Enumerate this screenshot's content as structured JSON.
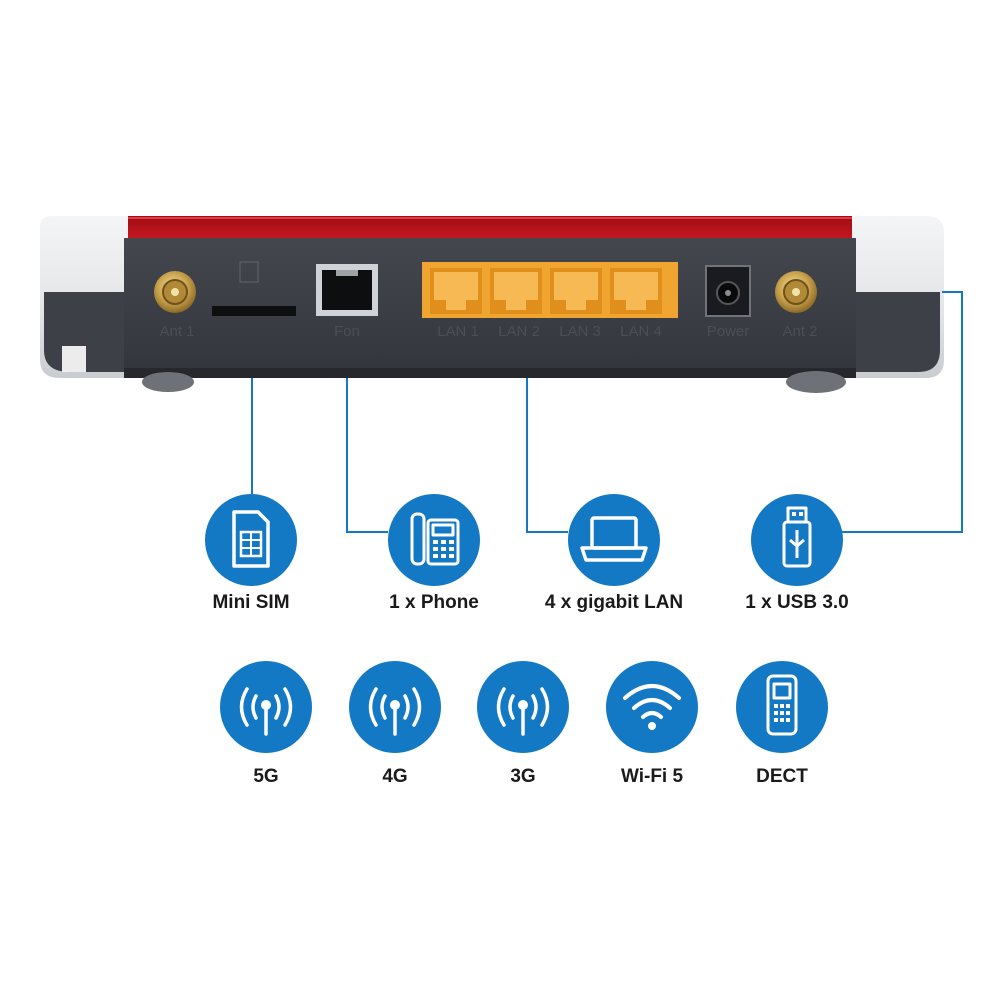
{
  "router": {
    "port_labels": {
      "ant1": "Ant 1",
      "fon": "Fon",
      "lan1": "LAN 1",
      "lan2": "LAN 2",
      "lan3": "LAN 3",
      "lan4": "LAN 4",
      "power": "Power",
      "ant2": "Ant 2"
    }
  },
  "features_top": {
    "sim": "Mini SIM",
    "phone": "1 x Phone",
    "lan": "4 x gigabit LAN",
    "usb": "1 x USB 3.0"
  },
  "features_bottom": {
    "g5": "5G",
    "g4": "4G",
    "g3": "3G",
    "wifi": "Wi-Fi 5",
    "dect": "DECT"
  },
  "colors": {
    "accent_blue": "#1479c4",
    "router_red": "#c0121b",
    "router_body": "#3d4047",
    "lan_port": "#f0a531"
  }
}
